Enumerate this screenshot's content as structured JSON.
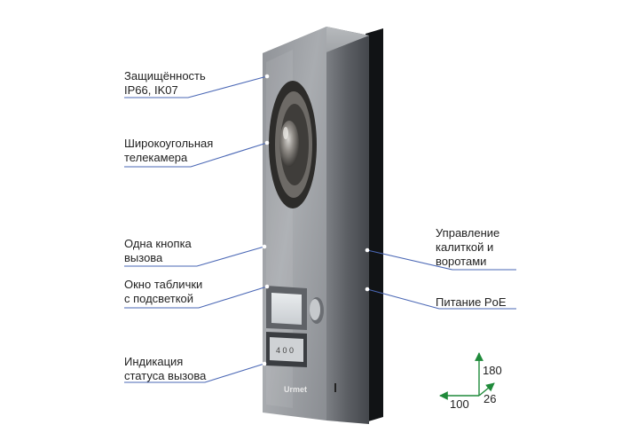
{
  "callouts": {
    "protection": "Защищённость\nIP66, IK07",
    "camera": "Широкоугольная\nтелекамера",
    "one_button": "Одна кнопка\nвызова",
    "nameplate": "Окно таблички\nс подсветкой",
    "status": "Индикация\nстатуса вызова",
    "gate_control": "Управление\nкалиткой и\nворотами",
    "poe": "Питание PoE"
  },
  "dimensions": {
    "height": "180",
    "depth": "26",
    "width": "100"
  },
  "device": {
    "brand_mark": "Urmet",
    "display_text": "4 0 0"
  },
  "colors": {
    "leader_line": "#4a67b5",
    "axis_arrow": "#1f8a3a",
    "panel": "#9b9ea3",
    "panel_side": "#55585d",
    "back_plate": "#111315"
  }
}
